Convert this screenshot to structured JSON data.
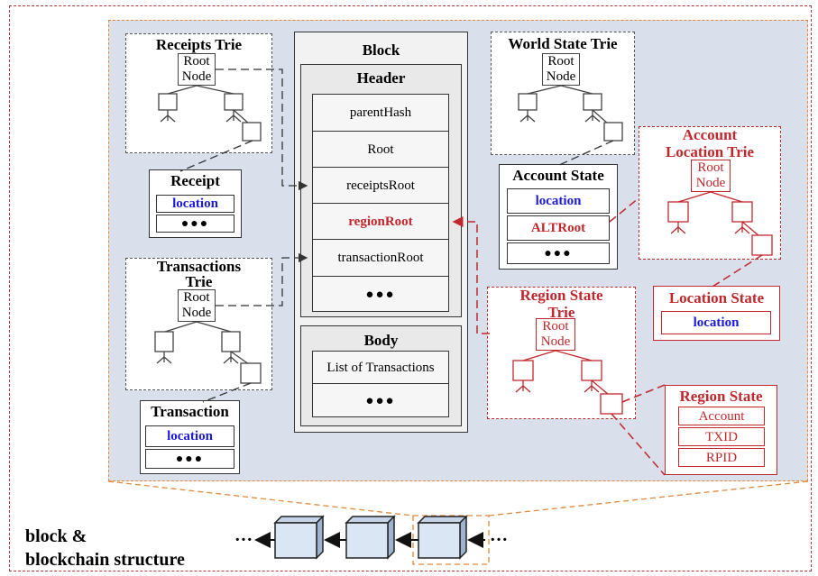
{
  "block": {
    "title": "Block",
    "header_title": "Header",
    "header_fields": [
      "parentHash",
      "Root",
      "receiptsRoot",
      "regionRoot",
      "transactionRoot",
      "●●●"
    ],
    "body_title": "Body",
    "body_fields": [
      "List of Transactions",
      "●●●"
    ]
  },
  "receipts_trie": {
    "title": "Receipts Trie",
    "root_node": "Root\nNode"
  },
  "receipt": {
    "title": "Receipt",
    "fields": [
      "location",
      "●●●"
    ]
  },
  "transactions_trie": {
    "title": "Transactions\nTrie",
    "root_node": "Root\nNode"
  },
  "transaction": {
    "title": "Transaction",
    "fields": [
      "location",
      "●●●"
    ]
  },
  "world_state_trie": {
    "title": "World State Trie",
    "root_node": "Root\nNode"
  },
  "account_state": {
    "title": "Account State",
    "fields": [
      "location",
      "ALTRoot",
      "●●●"
    ]
  },
  "account_location_trie": {
    "title": "Account\nLocation Trie",
    "root_node": "Root\nNode"
  },
  "location_state": {
    "title": "Location State",
    "fields": [
      "location"
    ]
  },
  "region_state_trie": {
    "title": "Region State\nTrie",
    "root_node": "Root\nNode"
  },
  "region_state": {
    "title": "Region State",
    "fields": [
      "Account",
      "TXID",
      "RPID"
    ]
  },
  "chain": {
    "label": "block &\nblockchain structure",
    "left_ellipsis": "…",
    "right_ellipsis": "…"
  },
  "colors": {
    "accent_red": "#c0282d",
    "location_blue": "#1a1adf",
    "panel_bg": "#d9e0ec",
    "panel_border": "#e08a3a",
    "block_fill": "#dbe6f4"
  }
}
